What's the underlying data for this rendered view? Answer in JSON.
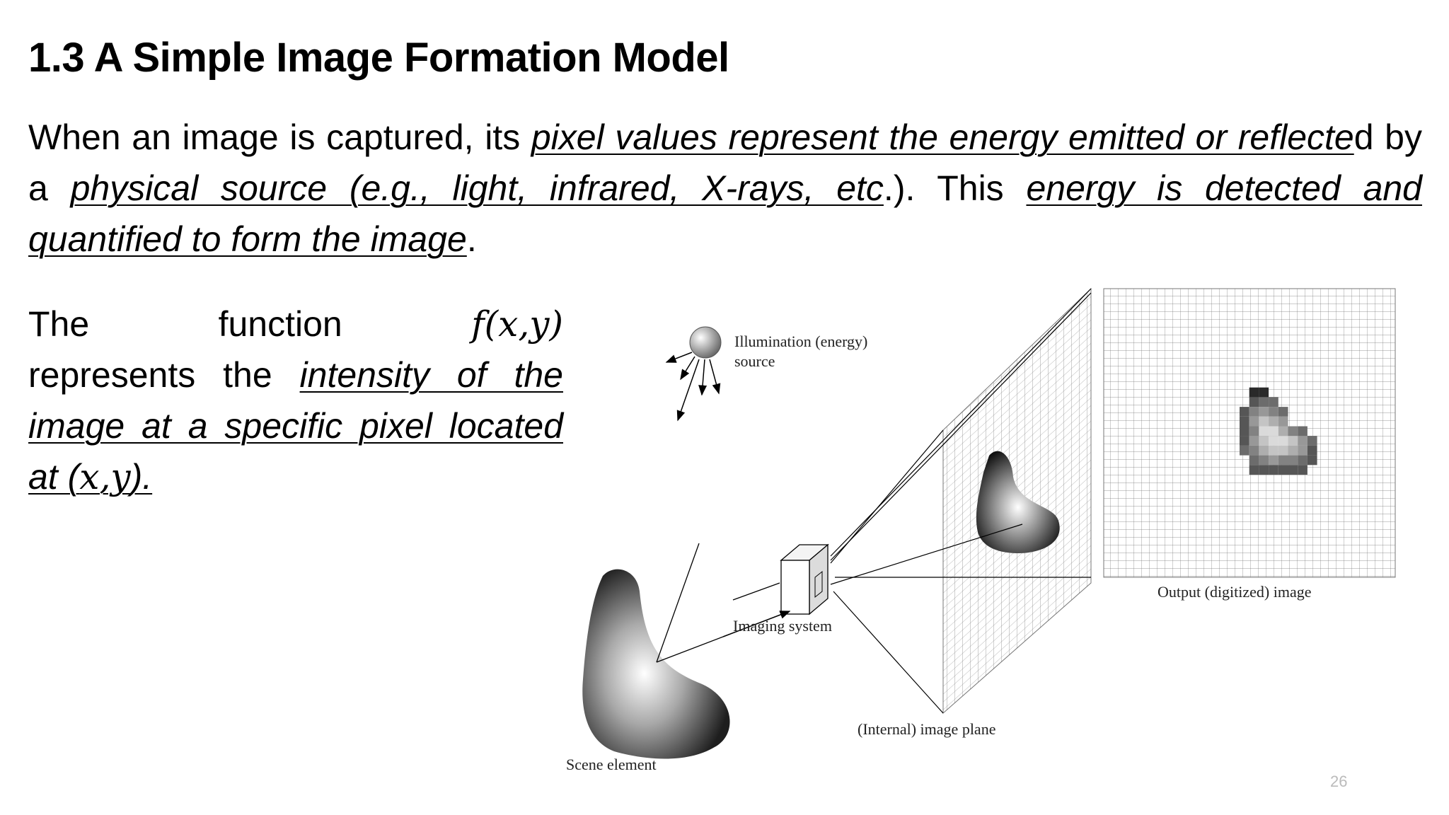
{
  "slide": {
    "title": "1.3 A Simple Image Formation Model",
    "intro": {
      "p1": "When an image is captured, its ",
      "u1": "pixel values represent the energy emitted or reflecte",
      "p2": "d by a ",
      "u2": "physical source (e.g., light, infrared, X-rays, etc",
      "p3": ".). This ",
      "u3": "energy is detected and quantified to form the image",
      "p4": "."
    },
    "side": {
      "w1": "The",
      "w2": "function",
      "fn": "f(x,y)",
      "p1": "represents the ",
      "u1": "intensity of the image at a specific pixel located at (",
      "u1_math": "x,y",
      "u1_end": ")."
    },
    "diagram": {
      "illumination_line1": "Illumination (energy)",
      "illumination_line2": "source",
      "imaging_system": "Imaging system",
      "output_image": "Output (digitized) image",
      "image_plane": "(Internal) image plane",
      "scene_element": "Scene element"
    },
    "page_number": "26"
  }
}
